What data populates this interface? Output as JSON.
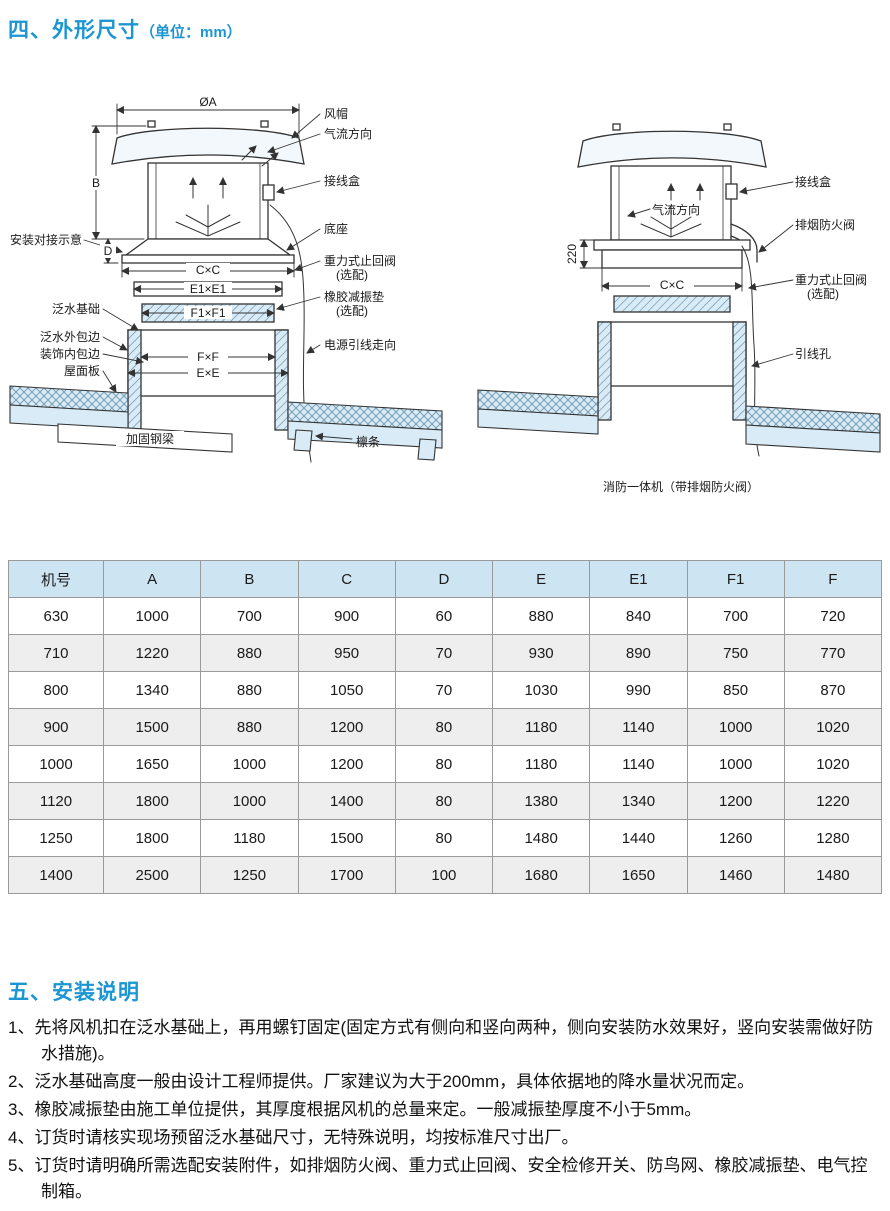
{
  "dimensions_section": {
    "title": "四、外形尺寸",
    "unit": "（单位：mm）"
  },
  "diagram_left": {
    "dim_oa": "ØA",
    "dim_b": "B",
    "dim_d": "D",
    "dim_cc": "C×C",
    "dim_e1": "E1×E1",
    "dim_f1": "F1×F1",
    "dim_ff": "F×F",
    "dim_ee": "E×E",
    "wind_cap": "风帽",
    "airflow": "气流方向",
    "junction_box": "接线盒",
    "base": "底座",
    "check_valve": "重力式止回阀",
    "optional": "(选配)",
    "rubber_pad": "橡胶减振垫",
    "power_lead": "电源引线走向",
    "install_note": "安装对接示意",
    "flashing_base": "泛水基础",
    "flashing_outer_edge": "泛水外包边",
    "decor_inner_edge": "装饰内包边",
    "roof_panel": "屋面板",
    "steel_beam": "加固钢梁",
    "purlin": "檩条"
  },
  "diagram_right": {
    "junction_box": "接线盒",
    "airflow": "气流方向",
    "fire_damper": "排烟防火阀",
    "dim_220": "220",
    "dim_cc": "C×C",
    "check_valve": "重力式止回阀",
    "optional": "(选配)",
    "lead_hole": "引线孔",
    "caption": "消防一体机（带排烟防火阀）"
  },
  "table": {
    "headers": [
      "机号",
      "A",
      "B",
      "C",
      "D",
      "E",
      "E1",
      "F1",
      "F"
    ],
    "rows": [
      [
        "630",
        "1000",
        "700",
        "900",
        "60",
        "880",
        "840",
        "700",
        "720"
      ],
      [
        "710",
        "1220",
        "880",
        "950",
        "70",
        "930",
        "890",
        "750",
        "770"
      ],
      [
        "800",
        "1340",
        "880",
        "1050",
        "70",
        "1030",
        "990",
        "850",
        "870"
      ],
      [
        "900",
        "1500",
        "880",
        "1200",
        "80",
        "1180",
        "1140",
        "1000",
        "1020"
      ],
      [
        "1000",
        "1650",
        "1000",
        "1200",
        "80",
        "1180",
        "1140",
        "1000",
        "1020"
      ],
      [
        "1120",
        "1800",
        "1000",
        "1400",
        "80",
        "1380",
        "1340",
        "1200",
        "1220"
      ],
      [
        "1250",
        "1800",
        "1180",
        "1500",
        "80",
        "1480",
        "1440",
        "1260",
        "1280"
      ],
      [
        "1400",
        "2500",
        "1250",
        "1700",
        "100",
        "1680",
        "1650",
        "1460",
        "1480"
      ]
    ]
  },
  "install_section": {
    "title": "五、安装说明",
    "items": [
      "1、先将风机扣在泛水基础上，再用螺钉固定(固定方式有侧向和竖向两种，侧向安装防水效果好，竖向安装需做好防水措施)。",
      "2、泛水基础高度一般由设计工程师提供。厂家建议为大于200mm，具体依据地的降水量状况而定。",
      "3、橡胶减振垫由施工单位提供，其厚度根据风机的总量来定。一般减振垫厚度不小于5mm。",
      "4、订货时请核实现场预留泛水基础尺寸，无特殊说明，均按标准尺寸出厂。",
      "5、订货时请明确所需选配安装附件，如排烟防火阀、重力式止回阀、安全检修开关、防鸟网、橡胶减振垫、电气控制箱。"
    ]
  },
  "colors": {
    "accent_blue": "#1b96d3",
    "table_header_bg": "#cde4f3",
    "table_alt_row_bg": "#eeeeee",
    "diagram_fill": "#d8ebf7"
  }
}
